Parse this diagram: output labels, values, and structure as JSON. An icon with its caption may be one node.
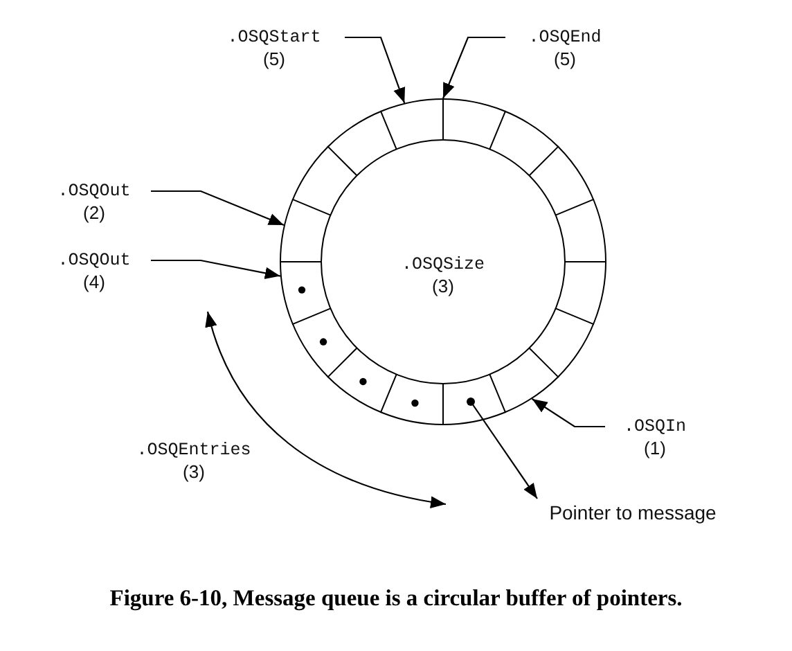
{
  "diagram": {
    "caption": "Figure 6-10, Message queue is a circular buffer of pointers.",
    "nodes": [
      {
        "text": [
          ".OSQSize",
          "(3)"
        ]
      },
      {
        "text": [
          ".OSQStart",
          "(5)"
        ]
      },
      {
        "text": [
          ".OSQEnd",
          "(5)"
        ]
      },
      {
        "text": [
          ".OSQOut",
          "(2)"
        ]
      },
      {
        "text": [
          ".OSQOut",
          "(4)"
        ]
      },
      {
        "text": [
          ".OSQIn",
          "(1)"
        ]
      },
      {
        "text": [],
        "shape": "circle",
        "in": 0
      },
      {
        "text": [
          "Pointer to message"
        ]
      }
    ],
    "edges": [
      {
        "from": 1,
        "to": 0,
        "arrow": "to"
      },
      {
        "from": 2,
        "to": 0,
        "arrow": "to"
      },
      {
        "from": 3,
        "to": 0,
        "arrow": "to"
      },
      {
        "from": 4,
        "to": 0,
        "arrow": "to"
      },
      {
        "from": 5,
        "to": 0,
        "arrow": "to"
      },
      {
        "from": 6,
        "to": 7,
        "arrow": "to"
      }
    ],
    "labels": [
      ".OSQEntries",
      "(3)"
    ]
  }
}
